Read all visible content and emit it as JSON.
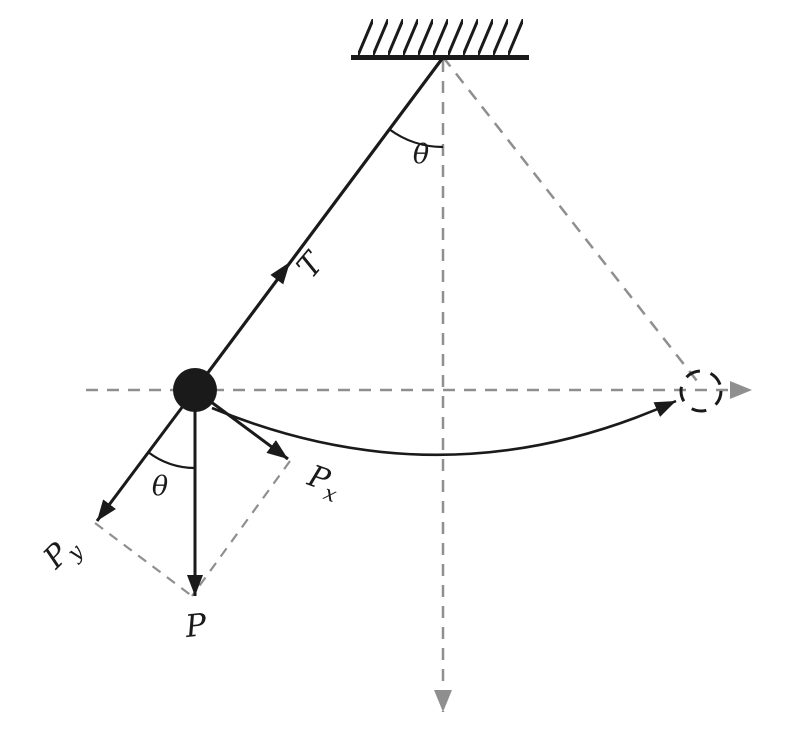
{
  "figure": {
    "labels": {
      "angle": "θ",
      "tension": "T",
      "weight": "P",
      "subscript_x": "x",
      "subscript_y": "y"
    },
    "colors": {
      "ink": "#1a1a1a",
      "guide": "#8f8f8f",
      "background": "#ffffff"
    }
  }
}
